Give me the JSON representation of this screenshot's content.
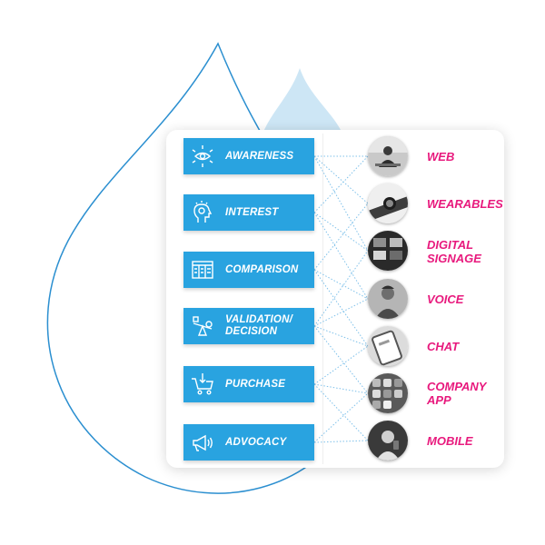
{
  "stages": [
    {
      "label": "AWARENESS",
      "icon": "eye-arrows-icon"
    },
    {
      "label": "INTEREST",
      "icon": "head-idea-icon"
    },
    {
      "label": "COMPARISON",
      "icon": "comparison-chart-icon"
    },
    {
      "label": "VALIDATION/\nDECISION",
      "icon": "balance-scale-icon"
    },
    {
      "label": "PURCHASE",
      "icon": "shopping-cart-icon"
    },
    {
      "label": "ADVOCACY",
      "icon": "megaphone-icon"
    }
  ],
  "channels": [
    {
      "label": "WEB"
    },
    {
      "label": "WEARABLES"
    },
    {
      "label": "DIGITAL\nSIGNAGE"
    },
    {
      "label": "VOICE"
    },
    {
      "label": "CHAT"
    },
    {
      "label": "COMPANY\nAPP"
    },
    {
      "label": "MOBILE"
    }
  ],
  "connections": [
    [
      0,
      0
    ],
    [
      0,
      1
    ],
    [
      0,
      2
    ],
    [
      1,
      0
    ],
    [
      1,
      2
    ],
    [
      1,
      3
    ],
    [
      2,
      1
    ],
    [
      2,
      3
    ],
    [
      2,
      4
    ],
    [
      3,
      2
    ],
    [
      3,
      3
    ],
    [
      3,
      4
    ],
    [
      3,
      5
    ],
    [
      4,
      4
    ],
    [
      4,
      5
    ],
    [
      4,
      6
    ],
    [
      5,
      5
    ],
    [
      5,
      6
    ]
  ],
  "colors": {
    "stage_bg": "#29a3e0",
    "channel_text": "#e8197d",
    "drop_outline": "#2b8fd0",
    "drop_fill": "#cde6f5",
    "link": "#7fc1ea"
  }
}
